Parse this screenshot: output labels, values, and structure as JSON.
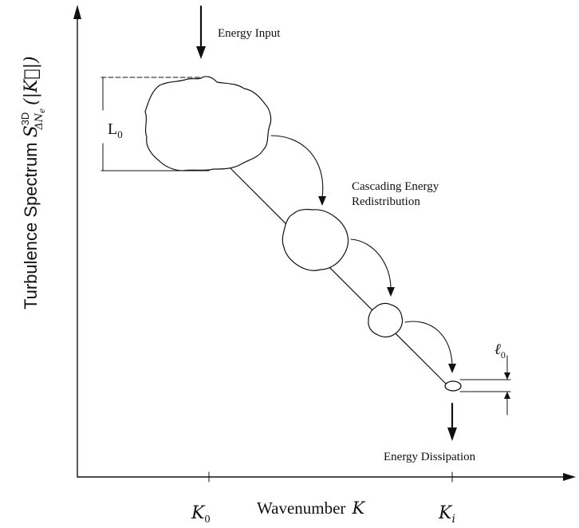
{
  "labels": {
    "energy_input": "Energy Input",
    "cascade_line1": "Cascading Energy",
    "cascade_line2": "Redistribution",
    "energy_dissipation": "Energy Dissipation",
    "outer_scale": "L",
    "outer_scale_sub": "0",
    "inner_scale": "ℓ",
    "inner_scale_sub": "0"
  },
  "axes": {
    "x_label": "Wavenumber",
    "x_symbol": "K",
    "x_tick_K0": "K",
    "x_tick_K0_sub": "0",
    "x_tick_Ki": "K",
    "x_tick_Ki_sub": "i",
    "y_label_main": "Turbulence Spectrum ",
    "y_label_symbol": "S",
    "y_label_sup": "3D",
    "y_label_sub": "ΔN",
    "y_label_sub2": "e",
    "y_label_arg": "(|K⃗|)"
  }
}
